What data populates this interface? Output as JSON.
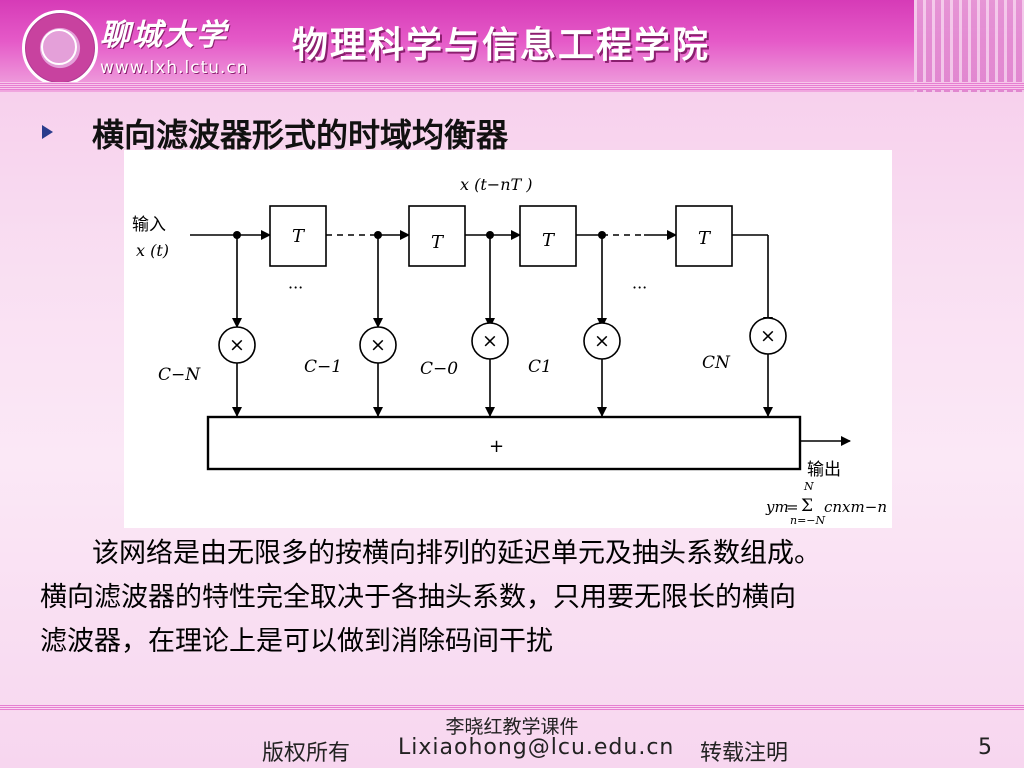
{
  "header": {
    "university": "聊城大学",
    "school": "物理科学与信息工程学院",
    "website": "www.lxh.lctu.cn"
  },
  "slide": {
    "title": "横向滤波器形式的时域均衡器",
    "paragraph": {
      "line1": "该网络是由无限多的按横向排列的延迟单元及抽头系数组成。",
      "line2": "横向滤波器的特性完全取决于各抽头系数，只用要无限长的横向",
      "line3": "滤波器，在理论上是可以做到消除码间干扰"
    }
  },
  "diagram": {
    "input_label": "输入",
    "input_signal": "x (t)",
    "tap_label": "x (t−nT )",
    "delay_label": "T",
    "ellipsis": "···",
    "multiply_symbol": "×",
    "coefficients": [
      "C−N",
      "C−1",
      "C−0",
      "C1",
      "CN"
    ],
    "sum_symbol": "+",
    "output_label": "输出",
    "formula": {
      "lhs": "ym",
      "equals": "=",
      "sum": "Σ",
      "upper": "N",
      "lower": "n=−N",
      "term": "cnxm−n"
    }
  },
  "footer": {
    "author": "李晓红教学课件",
    "copyright": "版权所有",
    "email": "Lixiaohong@lcu.edu.cn",
    "note": "转载注明",
    "page_number": "5"
  }
}
